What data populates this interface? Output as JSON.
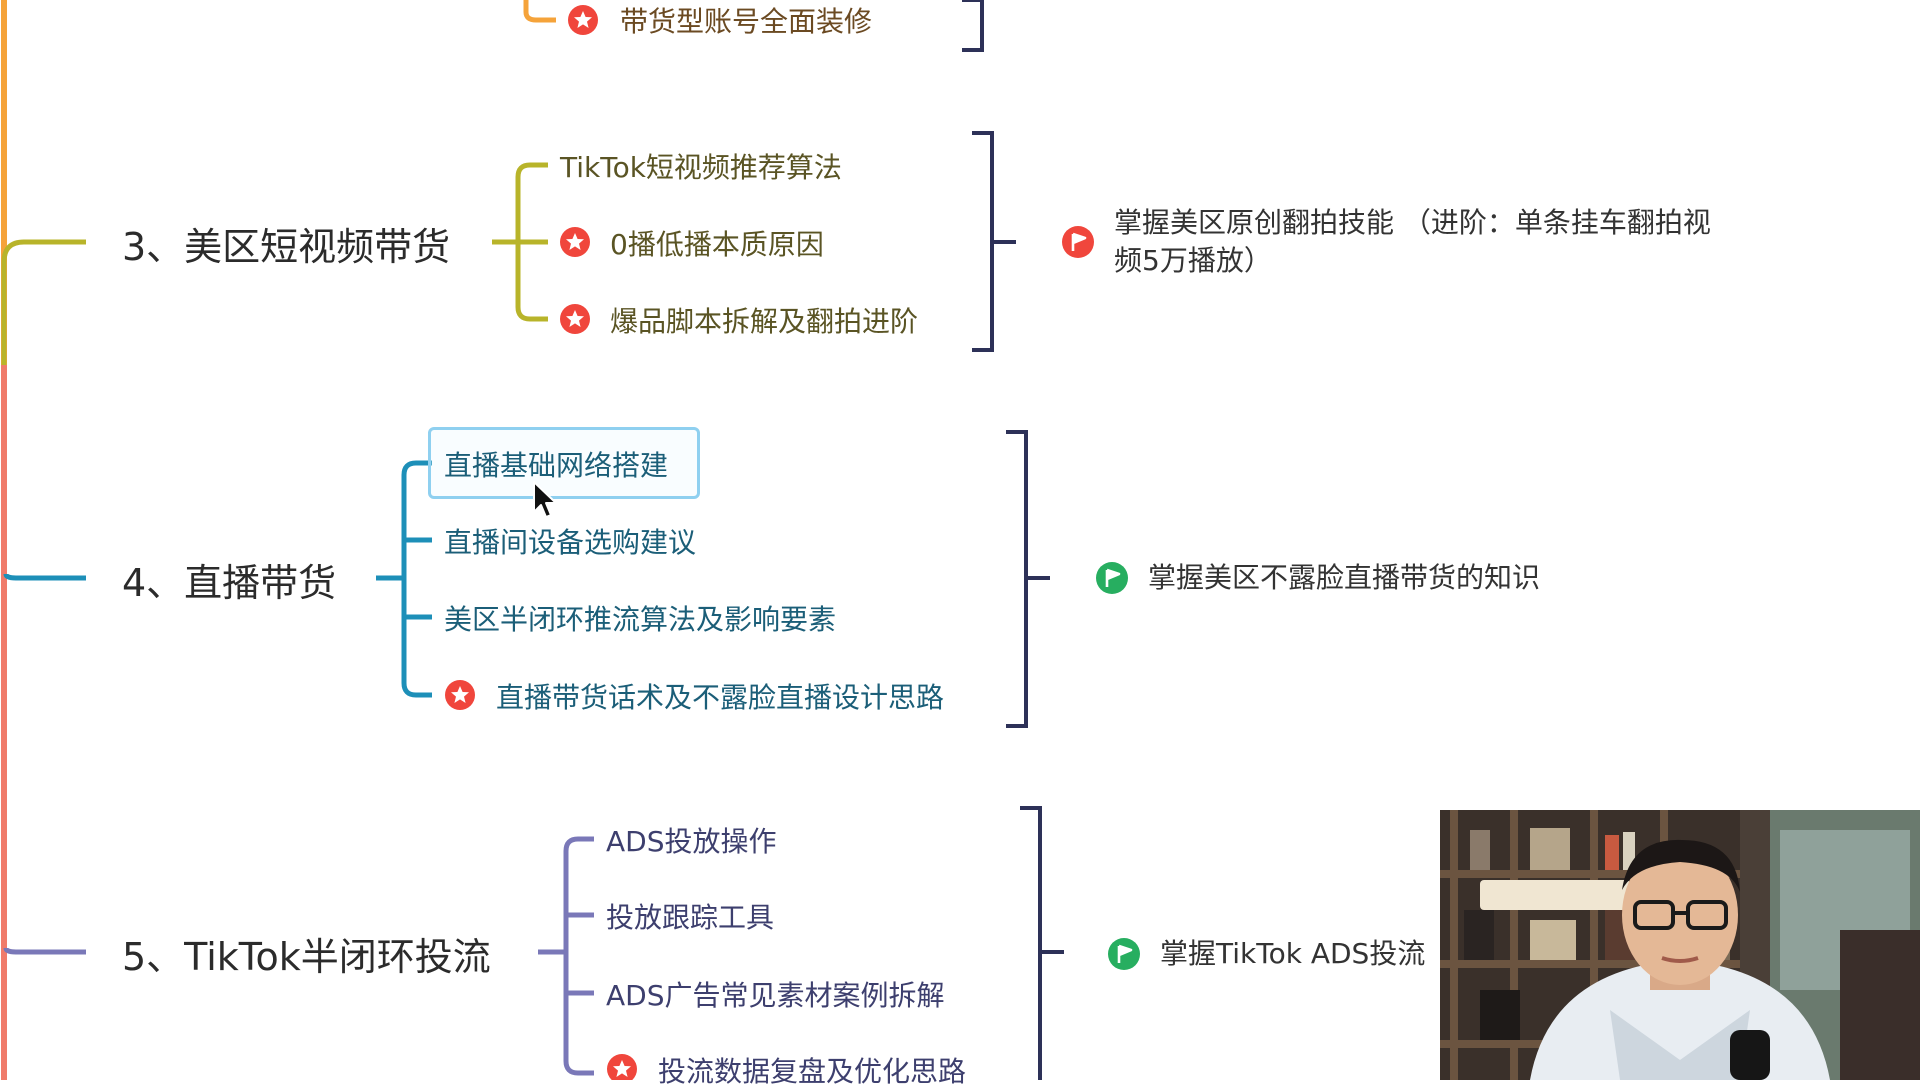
{
  "sections": {
    "s2": {
      "topics": [
        "带货型账号全面装修"
      ]
    },
    "s3": {
      "title": "3、美区短视频带货",
      "topics": [
        "TikTok短视频推荐算法",
        "0播低播本质原因",
        "爆品脚本拆解及翻拍进阶"
      ],
      "outcome_line1": "掌握美区原创翻拍技能 （进阶：单条挂车翻拍视",
      "outcome_line2": "频5万播放）"
    },
    "s4": {
      "title": "4、直播带货",
      "topics": [
        "直播基础网络搭建",
        "直播间设备选购建议",
        "美区半闭环推流算法及影响要素",
        "直播带货话术及不露脸直播设计思路"
      ],
      "outcome": "掌握美区不露脸直播带货的知识"
    },
    "s5": {
      "title": "5、TikTok半闭环投流",
      "topics": [
        "ADS投放操作",
        "投放跟踪工具",
        "ADS广告常见素材案例拆解",
        "投流数据复盘及优化思路"
      ],
      "outcome": "掌握TikTok ADS投流"
    }
  },
  "colors": {
    "orange": "#f5a33a",
    "olive": "#b8b42a",
    "coral": "#f07b6a",
    "teal": "#1d8fb8",
    "purple": "#7a78b8",
    "bracket": "#2d3158",
    "star": "#f0463c",
    "flag_red": "#f0463c",
    "flag_green": "#27ae60"
  },
  "icons": [
    "star-icon",
    "flag-icon",
    "mouse-cursor-icon"
  ]
}
